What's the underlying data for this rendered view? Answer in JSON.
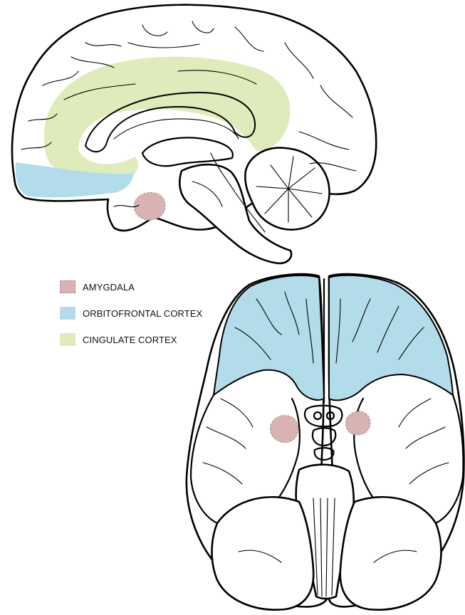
{
  "colors": {
    "amygdala": "#d9b3b4",
    "orbitofrontal": "#b3dcea",
    "cingulate": "#e0ebbb",
    "outline": "#000000",
    "background": "#ffffff"
  },
  "legend": {
    "items": [
      {
        "label": "AMYGDALA",
        "color": "#d9b3b4",
        "style": "dashed"
      },
      {
        "label": "ORBITOFRONTAL CORTEX",
        "color": "#b3dcea",
        "style": "solid"
      },
      {
        "label": "CINGULATE CORTEX",
        "color": "#e0ebbb",
        "style": "solid"
      }
    ]
  }
}
